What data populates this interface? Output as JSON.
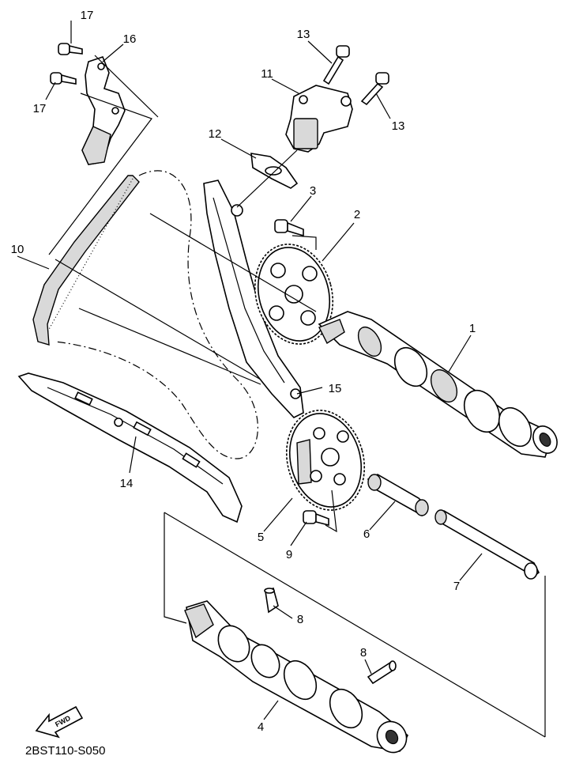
{
  "callouts": {
    "c1": "1",
    "c2": "2",
    "c3": "3",
    "c4": "4",
    "c5": "5",
    "c6": "6",
    "c7": "7",
    "c8a": "8",
    "c8b": "8",
    "c9": "9",
    "c10": "10",
    "c11": "11",
    "c12": "12",
    "c13a": "13",
    "c13b": "13",
    "c14": "14",
    "c15": "15",
    "c16": "16",
    "c17a": "17",
    "c17b": "17"
  },
  "fwd_label": "FWD",
  "diagram_code": "2BST110-S050"
}
